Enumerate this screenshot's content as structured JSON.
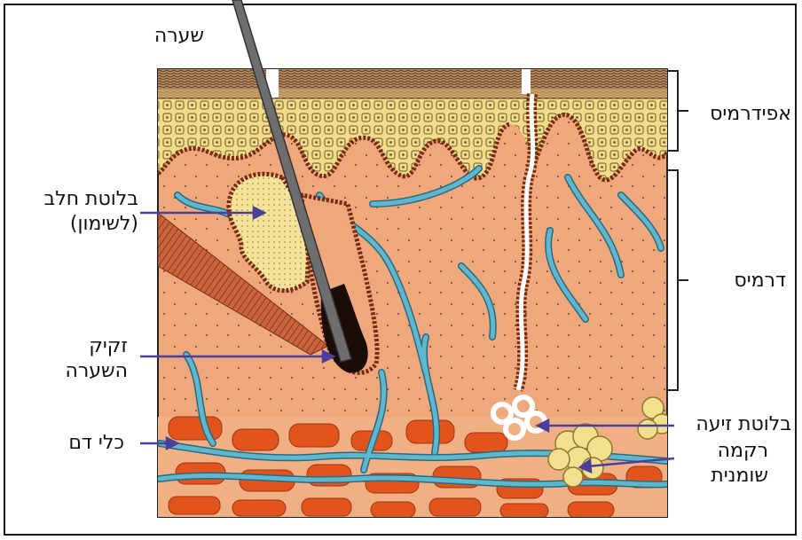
{
  "labels": {
    "hair": "שערה",
    "epidermis": "אפידרמיס",
    "sebaceous_gland_1": "בלוטת חלב",
    "sebaceous_gland_2": "(לשימון)",
    "dermis": "דרמיס",
    "follicle_1": "זקיק",
    "follicle_2": "השערה",
    "sweat_gland": "בלוטת זיעה",
    "blood_vessels": "כלי דם",
    "fat_tissue_1": "רקמה",
    "fat_tissue_2": "שומנית"
  },
  "colors": {
    "dermis": "#efa77c",
    "epidermis": "#f2dc8a",
    "surface": "#8a5a3a",
    "vessel": "#5fb7cd",
    "fat_cells": "#e2541c",
    "sebaceous": "#f3e08e",
    "pointer": "#4b3f9a",
    "hair": "#6e6e6e"
  }
}
